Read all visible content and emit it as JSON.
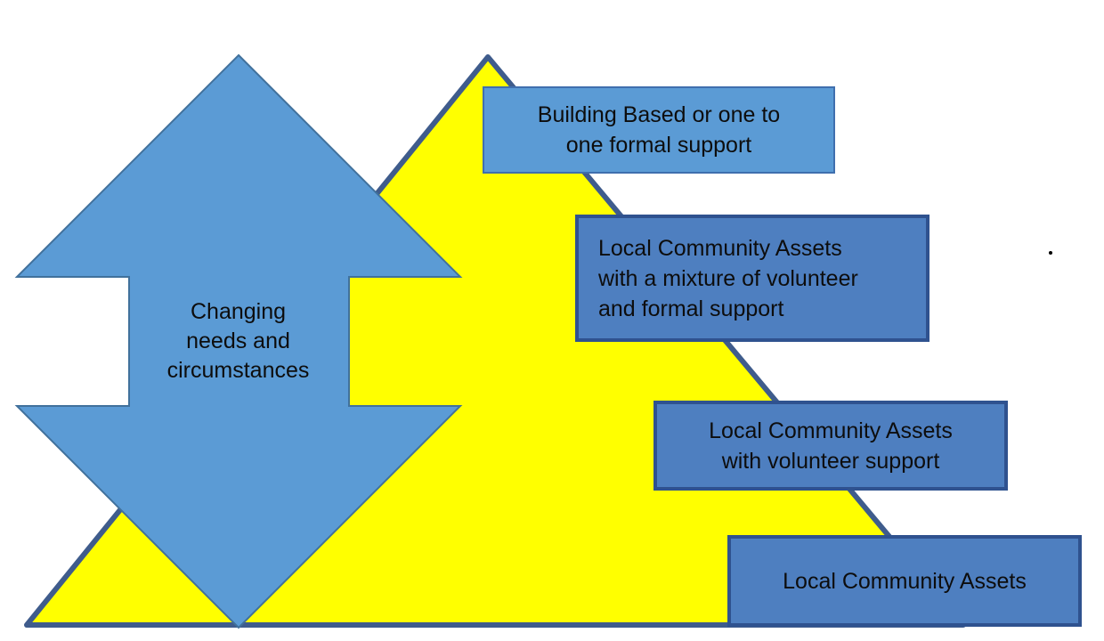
{
  "colors": {
    "triangle_fill": "#ffff00",
    "triangle_stroke": "#3f5c8c",
    "arrow_fill": "#5b9bd5",
    "arrow_stroke": "#41719c",
    "box_light": "#5b9bd5",
    "box_dark": "#4e7fc0"
  },
  "arrow": {
    "label": "Changing\nneeds and\ncircumstances"
  },
  "boxes": {
    "building": "Building Based or one to\none formal support",
    "mixture": "Local Community Assets\nwith a mixture of volunteer\nand formal support",
    "volunteer": "Local Community Assets\nwith volunteer support",
    "assets": "Local Community Assets"
  }
}
